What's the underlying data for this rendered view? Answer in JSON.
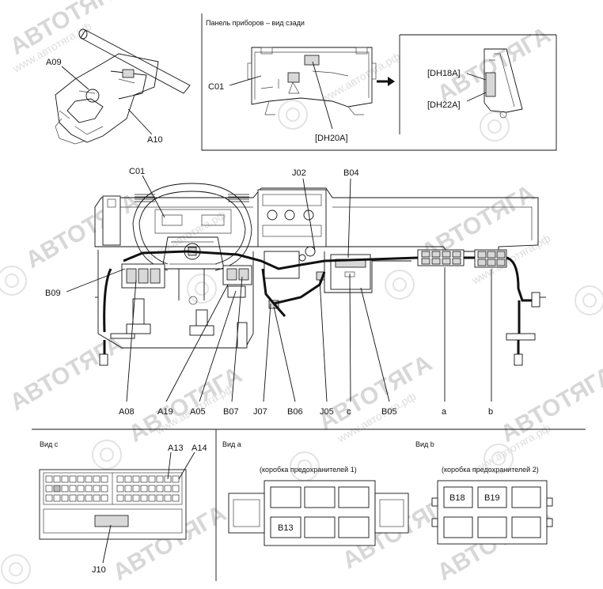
{
  "watermark": {
    "brand": "АВТОТЯГА",
    "site": "www.автотяга.рф"
  },
  "top_right_panel": {
    "title": "Панель приборов – вид сзади"
  },
  "labels": {
    "A09": "A09",
    "A10": "A10",
    "C01_top": "C01",
    "DH20A": "[DH20A]",
    "DH18A": "[DH18A]",
    "DH22A": "[DH22A]",
    "C01_main": "C01",
    "J02": "J02",
    "B04": "B04",
    "B09": "B09",
    "A08": "A08",
    "A19": "A19",
    "A05": "A05",
    "B07": "B07",
    "J07": "J07",
    "B06": "B06",
    "J05": "J05",
    "c": "c",
    "B05": "B05",
    "a": "a",
    "b": "b",
    "A13": "A13",
    "A14": "A14",
    "J10": "J10",
    "B13": "B13",
    "B18": "B18",
    "B19": "B19"
  },
  "view_c": {
    "title": "Вид c"
  },
  "view_a": {
    "title": "Вид a",
    "caption": "(коробка предохранителей 1)"
  },
  "view_b": {
    "title": "Вид b",
    "caption": "(коробка предохранителей 2)"
  }
}
